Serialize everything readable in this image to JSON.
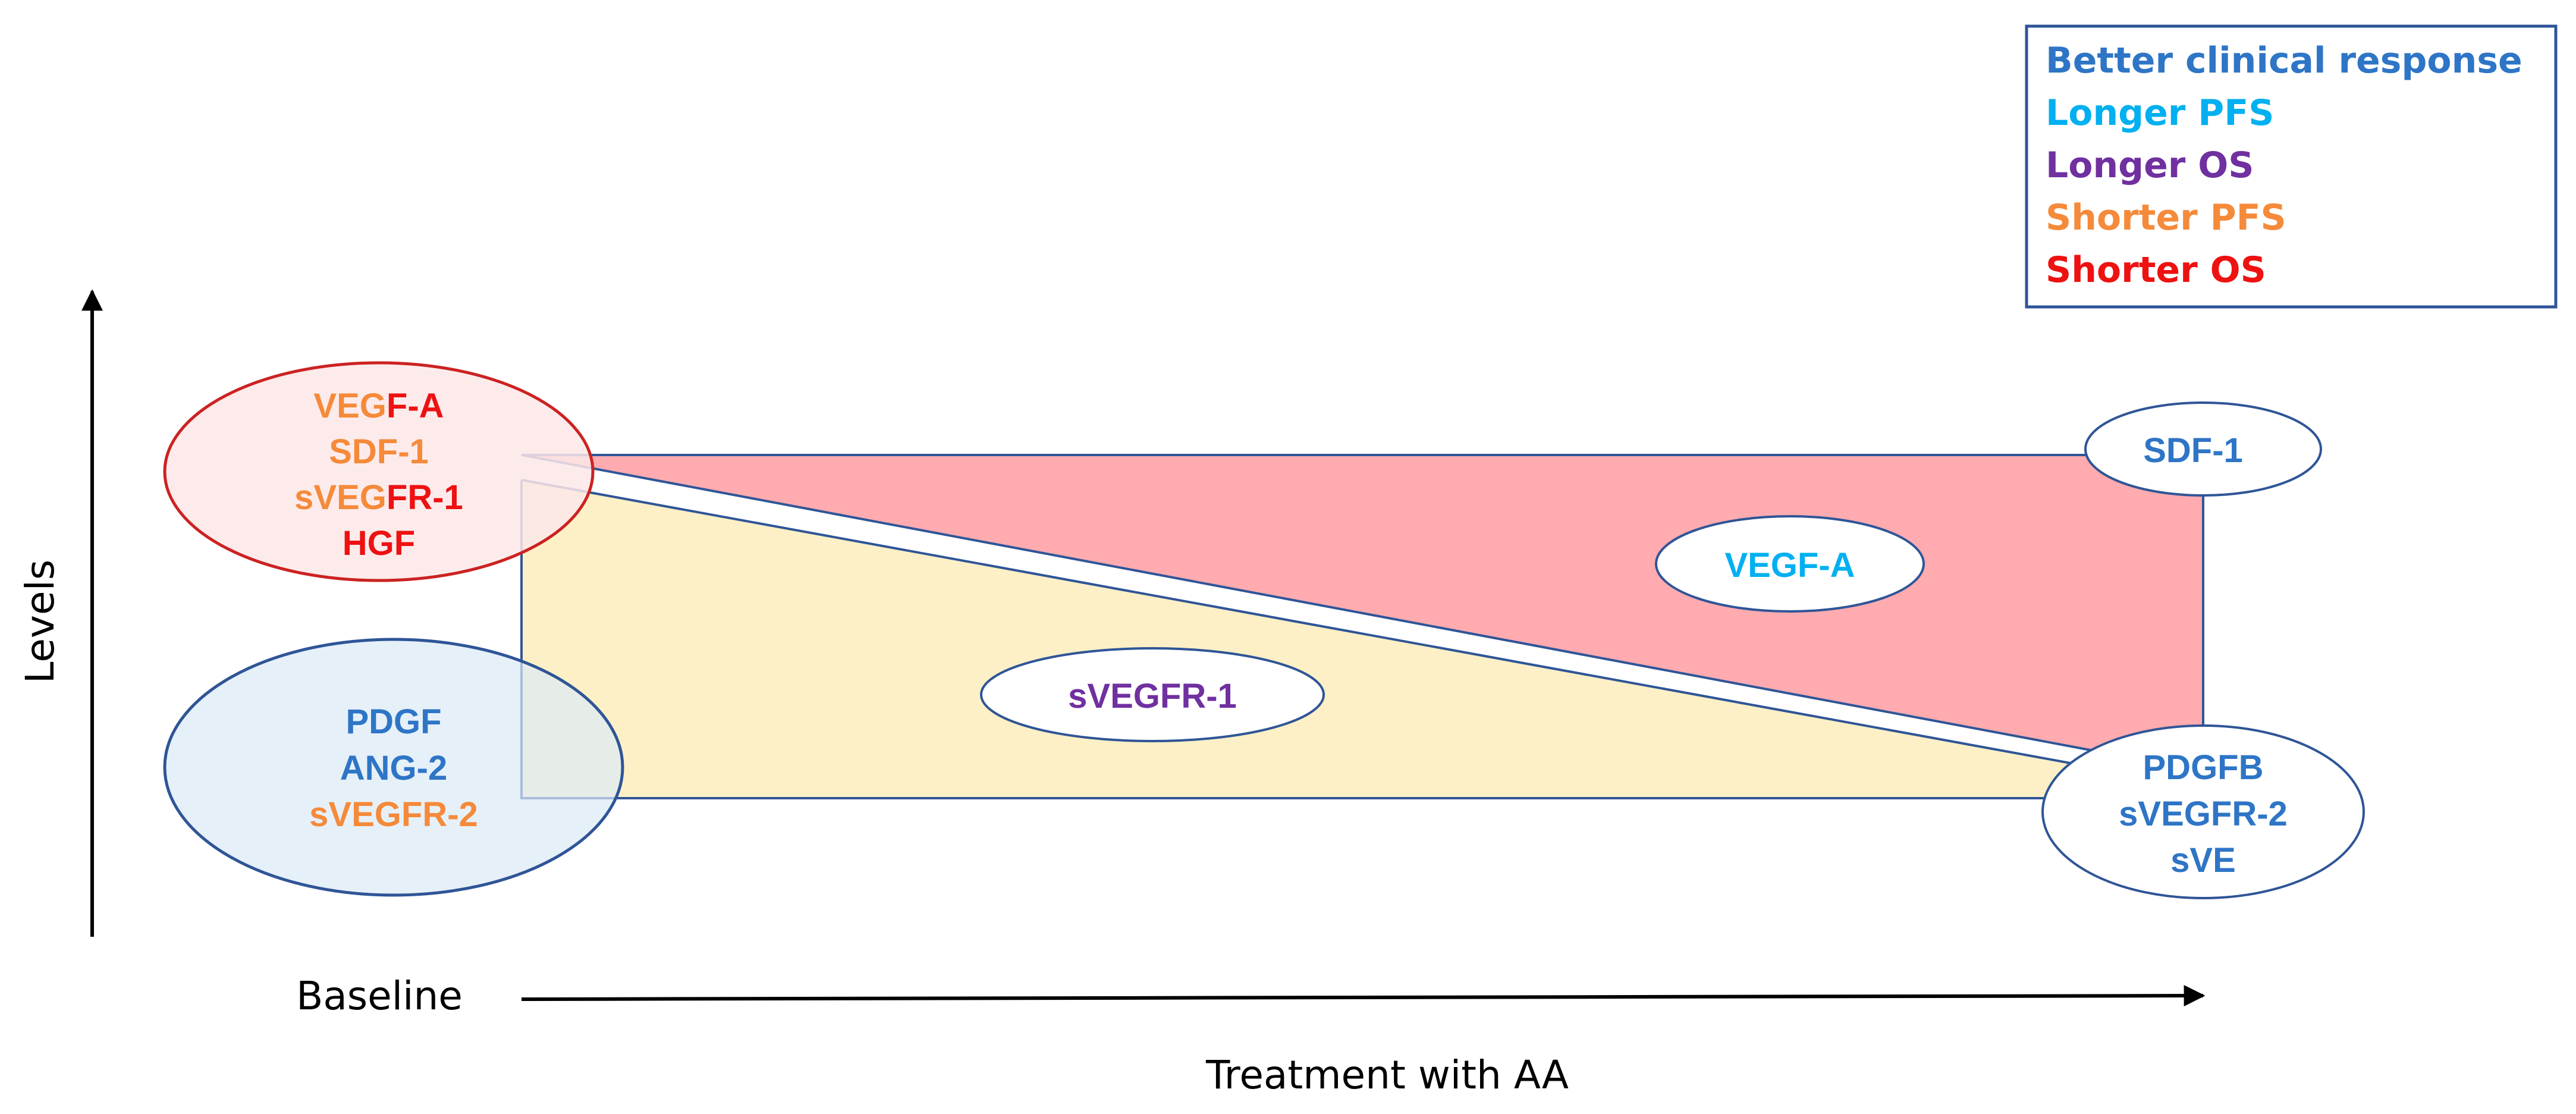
{
  "colors": {
    "blue": "#2e75c6",
    "cyan": "#00b0f0",
    "purple": "#7030a0",
    "orange": "#f58a3a",
    "red": "#ee1111",
    "outline": "#2f5597",
    "pink_fill": "#ffabb0",
    "yellow_fill": "#fdf0c6",
    "baseline_high_fill": "#fde8e8",
    "baseline_high_stroke": "#cc2222",
    "baseline_low_fill": "#dbe9f6",
    "baseline_low_stroke": "#2f5597"
  },
  "legend": {
    "items": [
      {
        "label": "Better clinical response",
        "color": "#2e75c6"
      },
      {
        "label": "Longer PFS",
        "color": "#00b0f0"
      },
      {
        "label": "Longer OS",
        "color": "#7030a0"
      },
      {
        "label": "Shorter PFS",
        "color": "#f58a3a"
      },
      {
        "label": "Shorter OS",
        "color": "#ee1111"
      }
    ]
  },
  "axes": {
    "y_label": "Levels",
    "x_start_label": "Baseline",
    "x_label": "Treatment with AA"
  },
  "baseline_high": {
    "line1_a": "VEG",
    "line1_b": "F-A",
    "line2": "SDF-1",
    "line3_a": "sVEG",
    "line3_b": "FR-1",
    "line4": "HGF"
  },
  "baseline_low": {
    "line1": "PDGF",
    "line2": "ANG-2",
    "line3": "sVEGFR-2"
  },
  "markers": {
    "sdf1": "SDF-1",
    "vegfa": "VEGF-A",
    "svegfr1": "sVEGFR-1",
    "end_line1": "PDGFB",
    "end_line2": "sVEGFR-2",
    "end_line3": "sVE"
  }
}
